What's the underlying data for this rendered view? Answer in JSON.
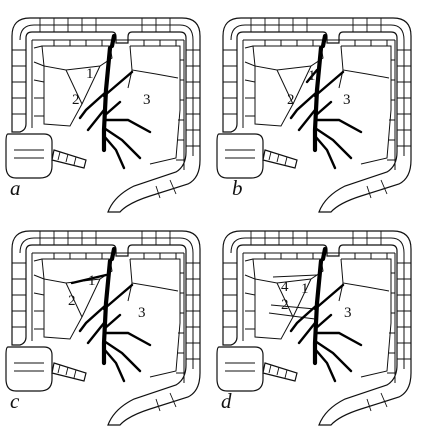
{
  "panels": [
    {
      "letter": "a",
      "labels": [
        "1",
        "2",
        "3"
      ]
    },
    {
      "letter": "b",
      "labels": [
        "1",
        "2",
        "3"
      ]
    },
    {
      "letter": "c",
      "labels": [
        "1",
        "2",
        "3"
      ]
    },
    {
      "letter": "d",
      "labels": [
        "1",
        "2",
        "3",
        "4"
      ]
    }
  ]
}
